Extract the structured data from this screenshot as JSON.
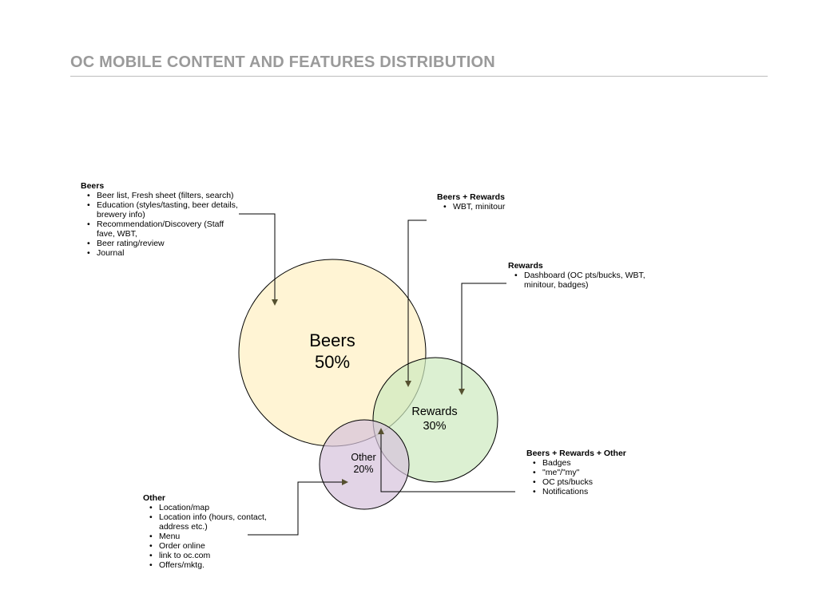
{
  "page": {
    "title": "OC MOBILE CONTENT AND FEATURES DISTRIBUTION"
  },
  "colors": {
    "beers_fill": "#fff2cc",
    "rewards_fill": "#d9f0cf",
    "other_fill": "#ddcce0",
    "line": "#000000",
    "arrow": "#55502f",
    "title": "#9a9a9a"
  },
  "circles": {
    "beers": {
      "name": "Beers",
      "share": "50%"
    },
    "rewards": {
      "name": "Rewards",
      "share": "30%"
    },
    "other": {
      "name": "Other",
      "share": "20%"
    }
  },
  "notes": {
    "beers": {
      "heading": "Beers",
      "items": [
        "Beer list, Fresh sheet (filters, search)",
        "Education (styles/tasting, beer details, brewery info)",
        "Recommendation/Discovery (Staff fave, WBT,",
        "Beer rating/review",
        "Journal"
      ]
    },
    "beers_rewards": {
      "heading": "Beers + Rewards",
      "items": [
        "WBT, minitour"
      ]
    },
    "rewards": {
      "heading": "Rewards",
      "items": [
        "Dashboard (OC pts/bucks, WBT, minitour, badges)"
      ]
    },
    "beers_rewards_other": {
      "heading": "Beers + Rewards + Other",
      "items": [
        "Badges",
        "\"me\"/\"my\"",
        "OC pts/bucks",
        "Notifications"
      ]
    },
    "other": {
      "heading": "Other",
      "items": [
        "Location/map",
        "Location info (hours, contact, address etc.)",
        "Menu",
        "Order online",
        "link to oc.com",
        "Offers/mktg."
      ]
    }
  }
}
